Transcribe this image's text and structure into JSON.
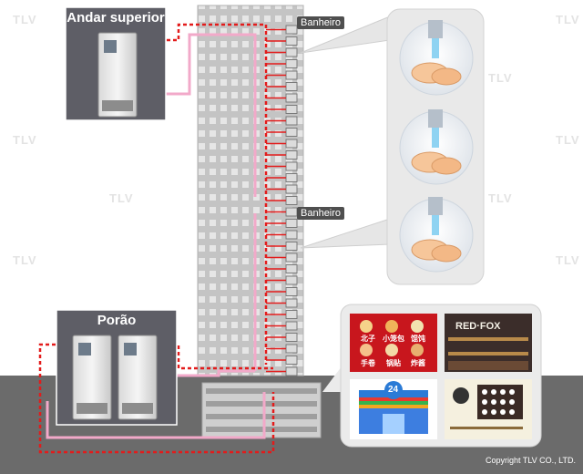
{
  "panels": {
    "top_floor": {
      "title": "Andar superior"
    },
    "basement": {
      "title": "Porão"
    }
  },
  "floor_labels": {
    "upper": "Banheiro",
    "middle": "Banheiro"
  },
  "watermark": "TLV",
  "copyright": "Copyright TLV CO., LTD.",
  "signs": {
    "bar": "RED·FOX",
    "store": "24"
  },
  "menu_labels": [
    "北子",
    "小笼包",
    "馄饨",
    "手卷",
    "锅贴",
    "炸酱"
  ],
  "colors": {
    "hot_pipe": "#e31b1b",
    "return_pipe": "#f2a9c9",
    "building": "#c8c8c8",
    "panel_bg": "#5e5e66",
    "ground": "#6b6b6b"
  },
  "icons": [
    "water-heater-icon",
    "faucet-icon",
    "washing-hands-icon",
    "restaurant-icon",
    "bar-icon",
    "convenience-store-icon",
    "sushi-icon"
  ]
}
